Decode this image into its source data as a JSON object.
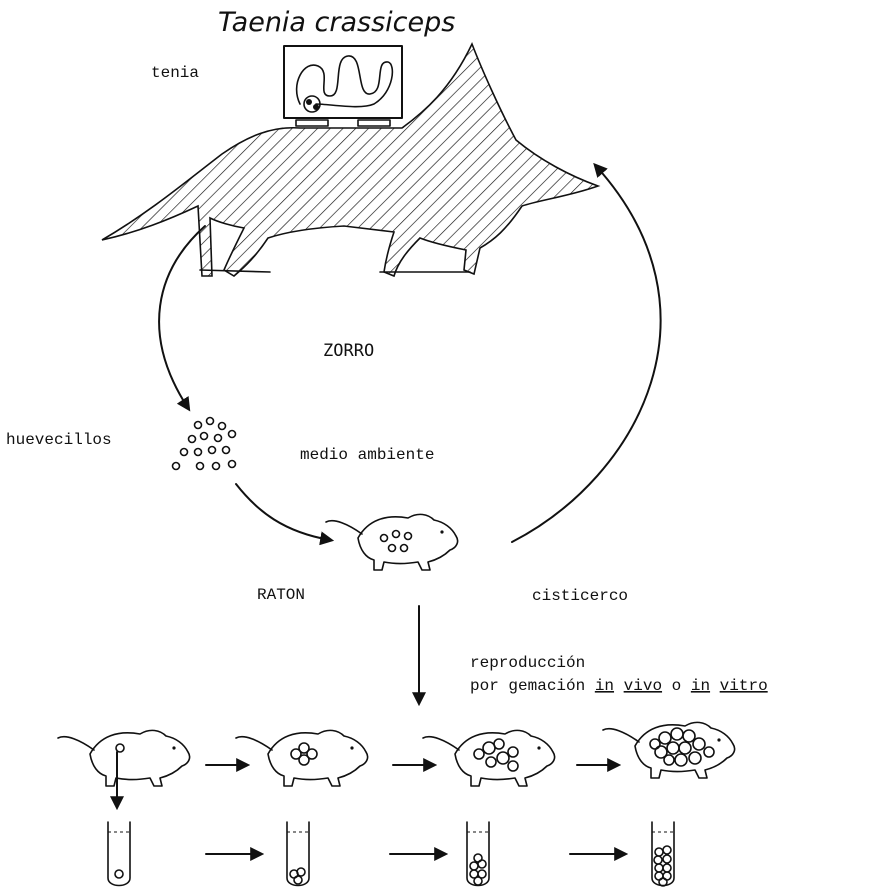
{
  "diagram": {
    "title": "Taenia crassiceps",
    "labels": {
      "tenia": "tenia",
      "zorro": "ZORRO",
      "huevecillos": "huevecillos",
      "medio_ambiente": "medio ambiente",
      "raton": "RATON",
      "cisticerco": "cisticerco",
      "reproduccion_line1": "reproducción",
      "reproduccion_prefix": "por gemación ",
      "in_1": "in",
      "vivo": "vivo",
      "o": " o ",
      "in_2": "in",
      "vitro": "vitro"
    }
  }
}
